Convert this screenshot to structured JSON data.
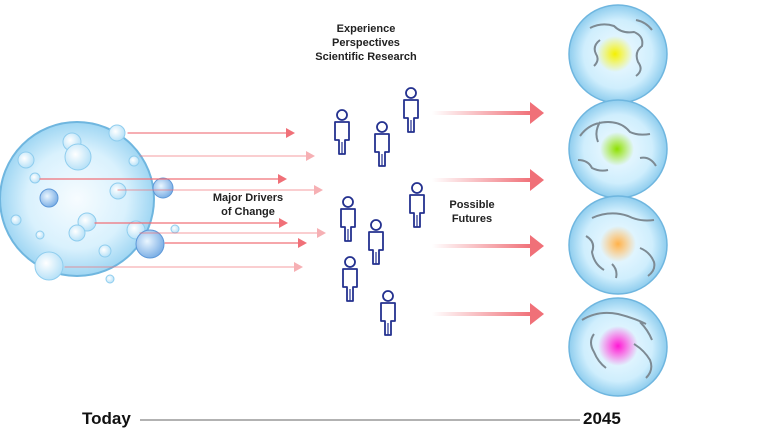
{
  "header_lines": [
    "Experience",
    "Perspectives",
    "Scientific Research"
  ],
  "drivers_label": [
    "Major Drivers",
    "of Change"
  ],
  "futures_label": [
    "Possible",
    "Futures"
  ],
  "timeline": {
    "start": "Today",
    "end": "2045"
  },
  "future_colors": [
    "#f4f000",
    "#8de000",
    "#ffb24a",
    "#ff18d4"
  ],
  "colors": {
    "arrow": "#f07078",
    "sphere_fill": "#cfeefd",
    "sphere_edge": "#6fb6df",
    "person": "#24318f",
    "timeline": "#666666"
  },
  "icons": [
    "person-icon",
    "globe-icon",
    "arrow-icon",
    "bubble-icon"
  ]
}
